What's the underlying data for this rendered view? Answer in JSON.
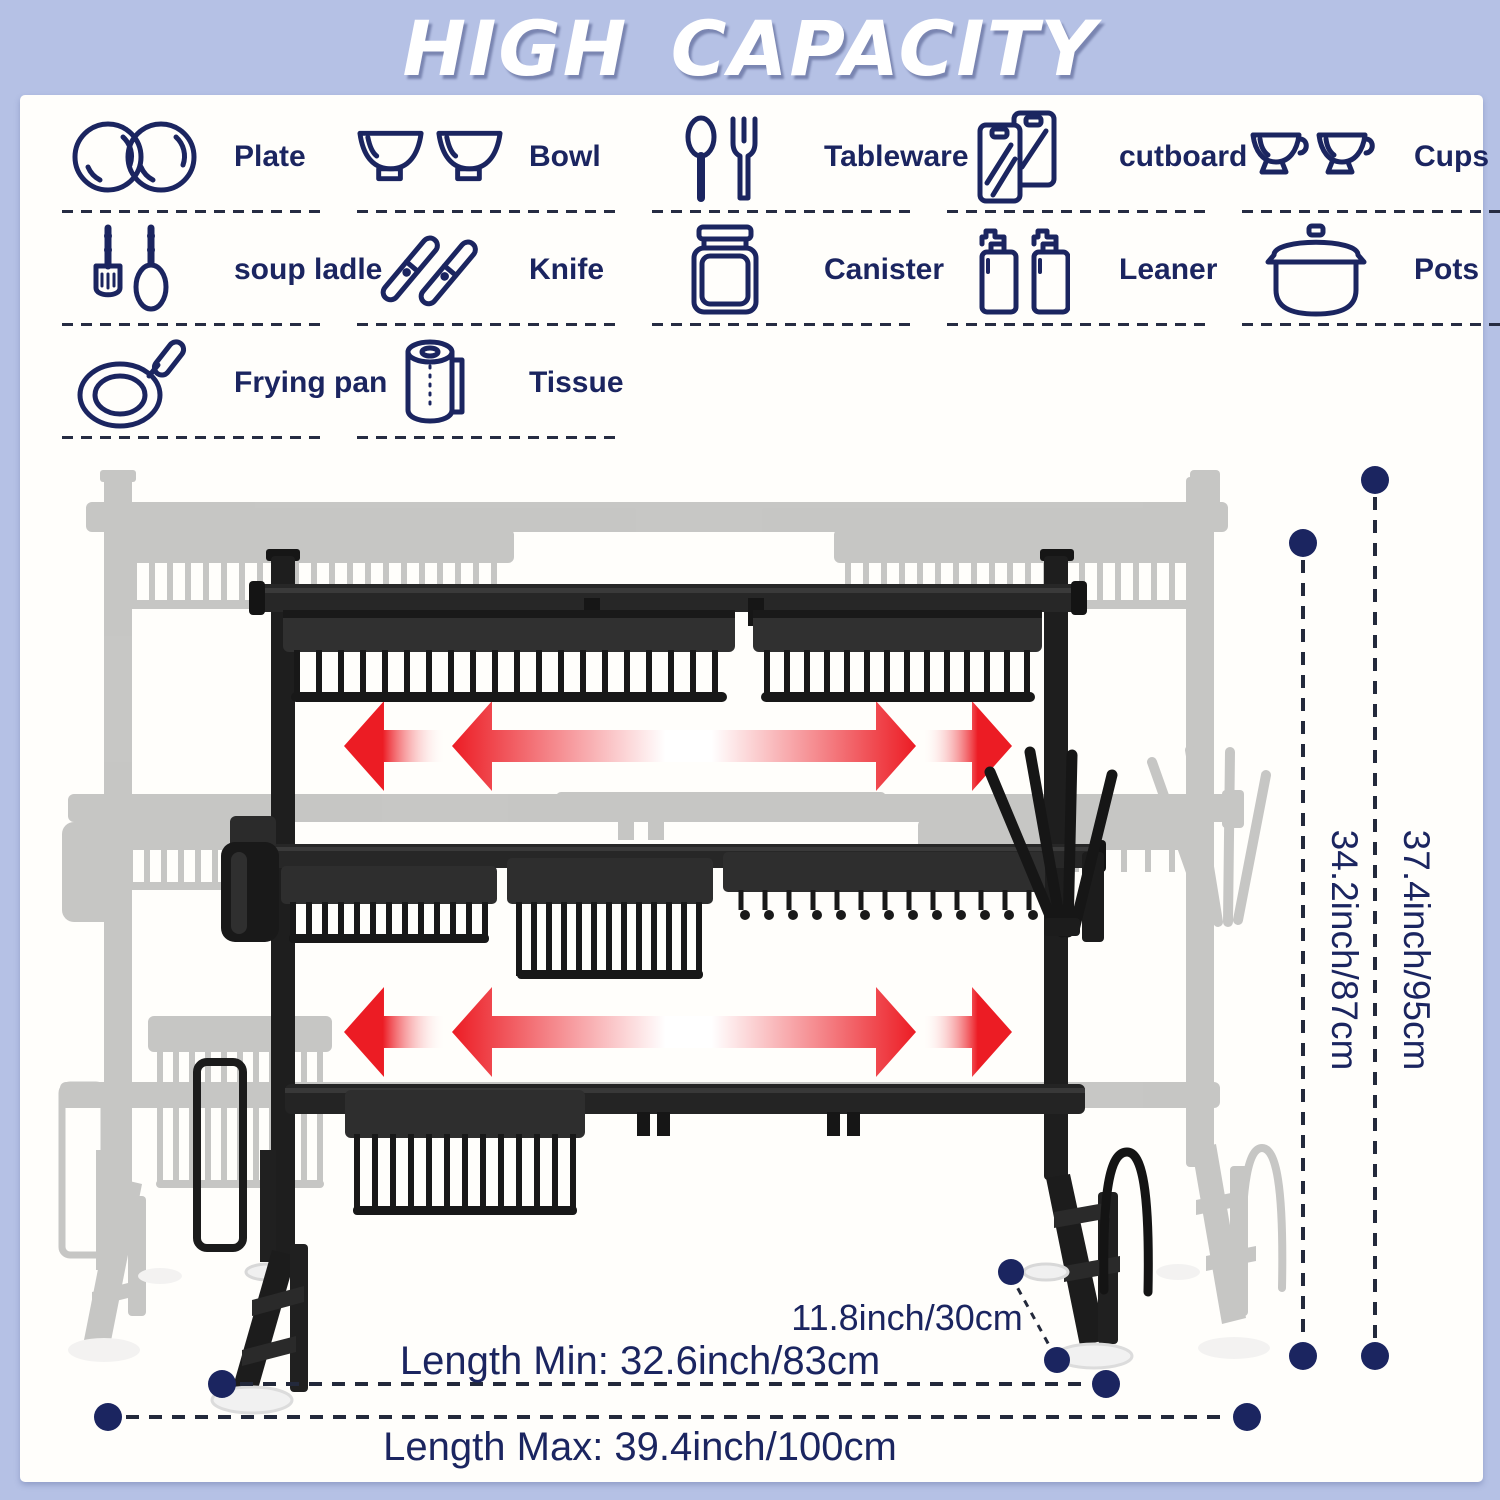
{
  "title": "HIGH CAPACITY",
  "colors": {
    "background": "#b5c1e5",
    "panel": "#fffefb",
    "navy": "#1b2560",
    "red": "#ec1c24",
    "rack_black": "#202020",
    "rack_ghost_gray": "#9b9b9b"
  },
  "capacity_items": [
    {
      "icon": "plate-icon",
      "label": "Plate"
    },
    {
      "icon": "bowl-icon",
      "label": "Bowl"
    },
    {
      "icon": "tableware-icon",
      "label": "Tableware"
    },
    {
      "icon": "cutboard-icon",
      "label": "cutboard"
    },
    {
      "icon": "cups-icon",
      "label": "Cups"
    },
    {
      "icon": "soup-ladle-icon",
      "label": "soup ladle"
    },
    {
      "icon": "knife-icon",
      "label": "Knife"
    },
    {
      "icon": "canister-icon",
      "label": "Canister"
    },
    {
      "icon": "leaner-icon",
      "label": "Leaner"
    },
    {
      "icon": "pots-icon",
      "label": "Pots"
    },
    {
      "icon": "frying-pan-icon",
      "label": "Frying pan"
    },
    {
      "icon": "tissue-icon",
      "label": "Tissue"
    }
  ],
  "diagram": {
    "height_inner": "34.2inch/87cm",
    "height_outer": "37.4inch/95cm",
    "depth": "11.8inch/30cm",
    "length_min": "Length Min: 32.6inch/83cm",
    "length_max": "Length Max: 39.4inch/100cm"
  }
}
